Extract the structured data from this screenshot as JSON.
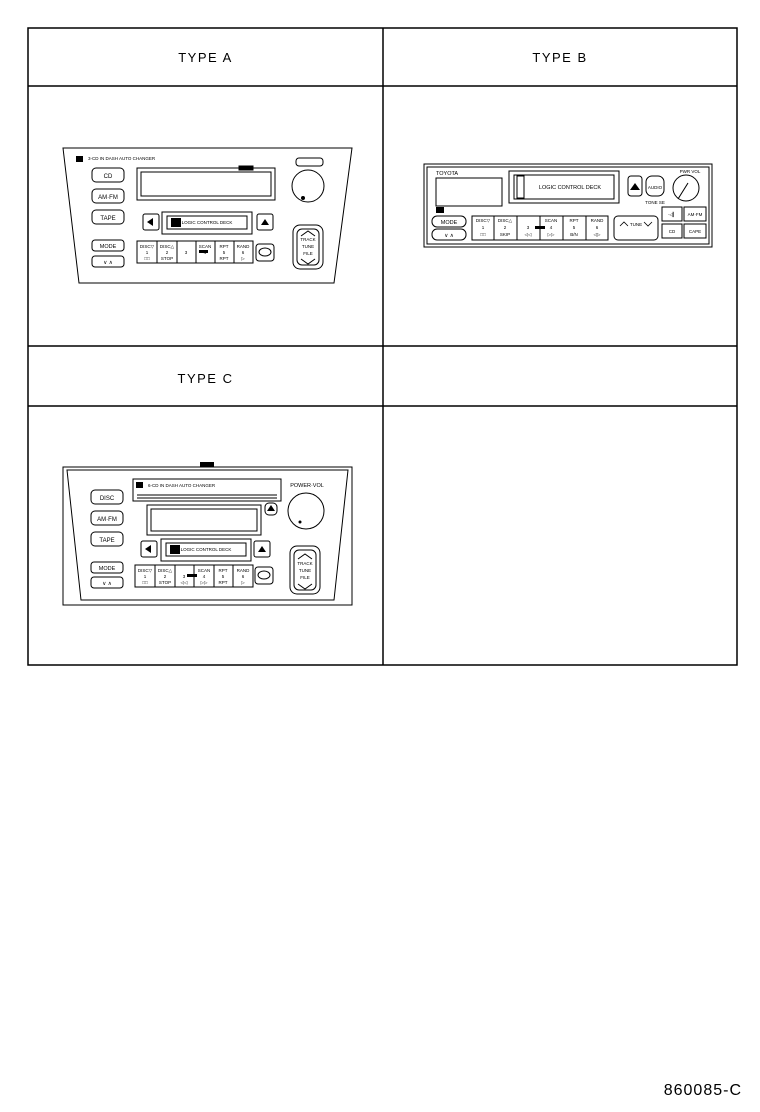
{
  "headers": {
    "type_a": "TYPE A",
    "type_b": "TYPE B",
    "type_c": "TYPE C"
  },
  "type_a": {
    "top_label": "3-CD IN DASH AUTO CHANGER",
    "buttons": [
      "CD",
      "AM·FM",
      "TAPE",
      "MODE"
    ],
    "seek": "∨  ∧",
    "deck_label": "LOGIC CONTROL DECK",
    "presets": [
      {
        "line1": "DISC▽",
        "line2": "1",
        "line3": "□□"
      },
      {
        "line1": "DISC△",
        "line2": "2",
        "line3": "STOP"
      },
      {
        "line1": "",
        "line2": "3",
        "line3": ""
      },
      {
        "line1": "SCAN",
        "line2": "4",
        "line3": ""
      },
      {
        "line1": "RPT",
        "line2": "5",
        "line3": "RPT"
      },
      {
        "line1": "RAND",
        "line2": "6",
        "line3": "▷"
      }
    ],
    "track": [
      "TRACK",
      "TUNE",
      "FILE"
    ]
  },
  "type_b": {
    "brand": "TOYOTA",
    "deck_label": "LOGIC CONTROL DECK",
    "pwr_vol": "PWR  VOL",
    "btn_mode": "MODE",
    "seek": "∨  ∧",
    "presets": [
      {
        "line1": "DISC▽",
        "line2": "1",
        "line3": "□□"
      },
      {
        "line1": "DISC△",
        "line2": "2",
        "line3": "SKIP"
      },
      {
        "line1": "",
        "line2": "3",
        "line3": "◁◁"
      },
      {
        "line1": "SCAN",
        "line2": "4",
        "line3": "▷▷"
      },
      {
        "line1": "RPT",
        "line2": "5",
        "line3": "B/N"
      },
      {
        "line1": "RAND",
        "line2": "6",
        "line3": "◁▷"
      }
    ],
    "tune": "TUNE",
    "right_buttons": [
      "·◁▎",
      "AM·FM",
      "CD",
      "CAPE"
    ],
    "bottom_small": [
      "AUDIO",
      "TONE SE"
    ]
  },
  "type_c": {
    "top_label": "6-CD IN DASH AUTO CHANGER",
    "power_vol": "POWER·VOL",
    "buttons": [
      "DISC",
      "AM·FM",
      "TAPE",
      "MODE"
    ],
    "seek": "∨  ∧",
    "deck_label": "LOGIC CONTROL DECK",
    "presets": [
      {
        "line1": "DISC▽",
        "line2": "1",
        "line3": "□□"
      },
      {
        "line1": "DISC△",
        "line2": "2",
        "line3": "STOP"
      },
      {
        "line1": "",
        "line2": "3",
        "line3": "◁◁"
      },
      {
        "line1": "SCAN",
        "line2": "4",
        "line3": "▷▷"
      },
      {
        "line1": "RPT",
        "line2": "5",
        "line3": "RPT"
      },
      {
        "line1": "RAND",
        "line2": "6",
        "line3": "▷"
      }
    ],
    "track": [
      "TRACK",
      "TUNE",
      "FILE"
    ]
  },
  "drawing_code": "860085-C"
}
